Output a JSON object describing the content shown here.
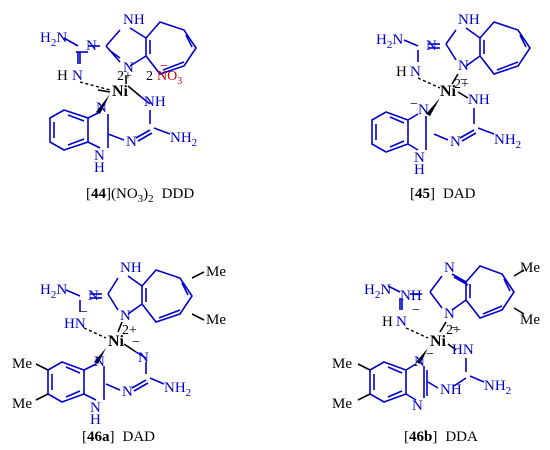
{
  "structures": [
    {
      "compound": "44",
      "counter_part": "(NO",
      "counter_sub1": "3",
      "counter_close": ")",
      "counter_sub2": "2",
      "motif": "DDD",
      "atoms": {
        "nh_top": "N",
        "nh_top_h": "H",
        "n_ring": "N",
        "n_imine": "N",
        "n_amine": "H",
        "nh2": "H",
        "n_low1": "N",
        "n_low2": "N",
        "nh_low": "N",
        "n_low_imine": "N",
        "nh2_low": "NH"
      },
      "metal": "Ni",
      "charge": "2+",
      "nitrate_count": "2",
      "nitrate": "NO"
    },
    {
      "compound": "45",
      "motif": "DAD",
      "metal": "Ni",
      "charge": "2+"
    },
    {
      "compound": "46a",
      "motif": "DAD",
      "metal": "Ni",
      "charge": "2+",
      "methyl": "Me"
    },
    {
      "compound": "46b",
      "motif": "DDA",
      "metal": "Ni",
      "charge": "2+",
      "methyl": "Me"
    }
  ],
  "labels": {
    "N": "N",
    "H": "H",
    "NH": "NH",
    "HN": "HN",
    "H2N": "H",
    "NH2": "NH",
    "two": "2",
    "minus": "−",
    "Ni": "Ni",
    "charge": "2+",
    "Me": "Me",
    "NO3": "NO",
    "three": "3",
    "dot_h": "H"
  },
  "captions": [
    {
      "open": "[",
      "id": "44",
      "close": "]",
      "rest": "(NO",
      "sub1": "3",
      "rest2": ")",
      "sub2": "2",
      "motif": "DDD"
    },
    {
      "open": "[",
      "id": "45",
      "close": "]",
      "motif": "DAD"
    },
    {
      "open": "[",
      "id": "46a",
      "close": "]",
      "motif": "DAD"
    },
    {
      "open": "[",
      "id": "46b",
      "close": "]",
      "motif": "DDA"
    }
  ]
}
